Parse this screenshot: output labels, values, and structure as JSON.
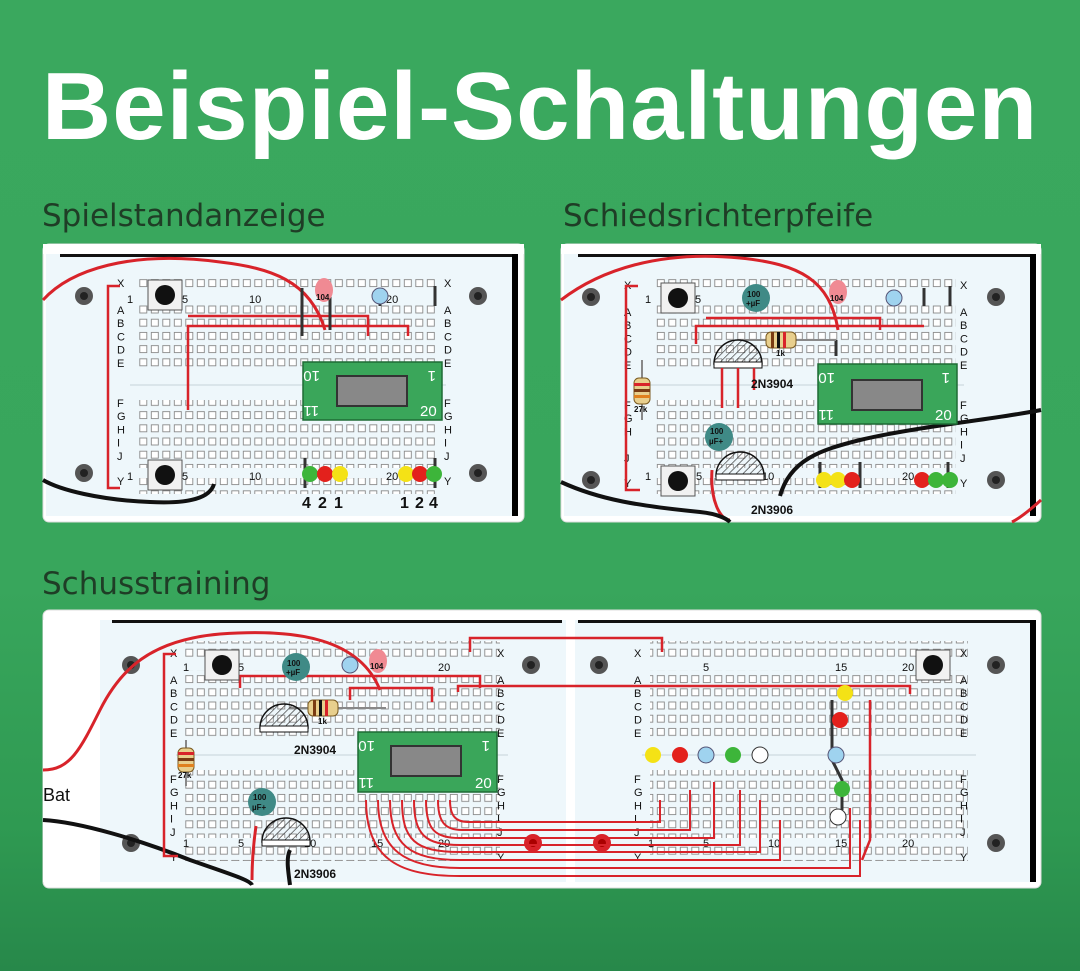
{
  "title": "Beispiel-Schaltungen",
  "boards": [
    {
      "label": "Spielstandanzeige",
      "cols": [
        "1",
        "5",
        "10",
        "20"
      ],
      "rows": [
        "X",
        "A",
        "B",
        "C",
        "D",
        "E",
        "F",
        "G",
        "H",
        "I",
        "J",
        "Y"
      ],
      "ic": {
        "pin_top_left": "10",
        "pin_top_right": "1",
        "pin_bottom_left": "11",
        "pin_bottom_right": "20"
      },
      "cap": "104",
      "digits_left": [
        "4",
        "2",
        "1"
      ],
      "digits_right": [
        "1",
        "2",
        "4"
      ]
    },
    {
      "label": "Schiedsrichterpfeife",
      "cols": [
        "1",
        "5",
        "10",
        "20"
      ],
      "rows": [
        "X",
        "A",
        "B",
        "C",
        "D",
        "E",
        "F",
        "G",
        "H",
        "I",
        "J",
        "Y"
      ],
      "ic": {
        "pin_top_left": "10",
        "pin_top_right": "1",
        "pin_bottom_left": "11",
        "pin_bottom_right": "20"
      },
      "cap": "104",
      "elko_top": [
        "100",
        "+µF"
      ],
      "elko_bottom": [
        "100",
        "µF+"
      ],
      "resistor_v": "27k",
      "resistor_h": "1k",
      "transistor_top": "2N3904",
      "transistor_bottom": "2N3906"
    },
    {
      "label": "Schusstraining",
      "cols_left": [
        "1",
        "5",
        "10",
        "15",
        "20"
      ],
      "cols_right": [
        "1",
        "5",
        "10",
        "15",
        "20"
      ],
      "rows": [
        "X",
        "A",
        "B",
        "C",
        "D",
        "E",
        "F",
        "G",
        "H",
        "I",
        "J",
        "Y"
      ],
      "ic": {
        "pin_top_left": "10",
        "pin_top_right": "1",
        "pin_bottom_left": "11",
        "pin_bottom_right": "20"
      },
      "cap": "104",
      "elko_top": [
        "100",
        "+µF"
      ],
      "elko_bottom": [
        "100",
        "µF+"
      ],
      "resistor_v": "27k",
      "resistor_h": "1k",
      "transistor_top": "2N3904",
      "transistor_bottom": "2N3906",
      "battery_label": "Bat"
    }
  ],
  "colors": {
    "background": "#38a65c",
    "wire": "#d8232a",
    "led_red": "#e3211c",
    "led_yellow": "#f4e216",
    "led_green": "#3db53a",
    "led_blue": "#9fd3ef",
    "ic_body": "#3aa65a"
  }
}
